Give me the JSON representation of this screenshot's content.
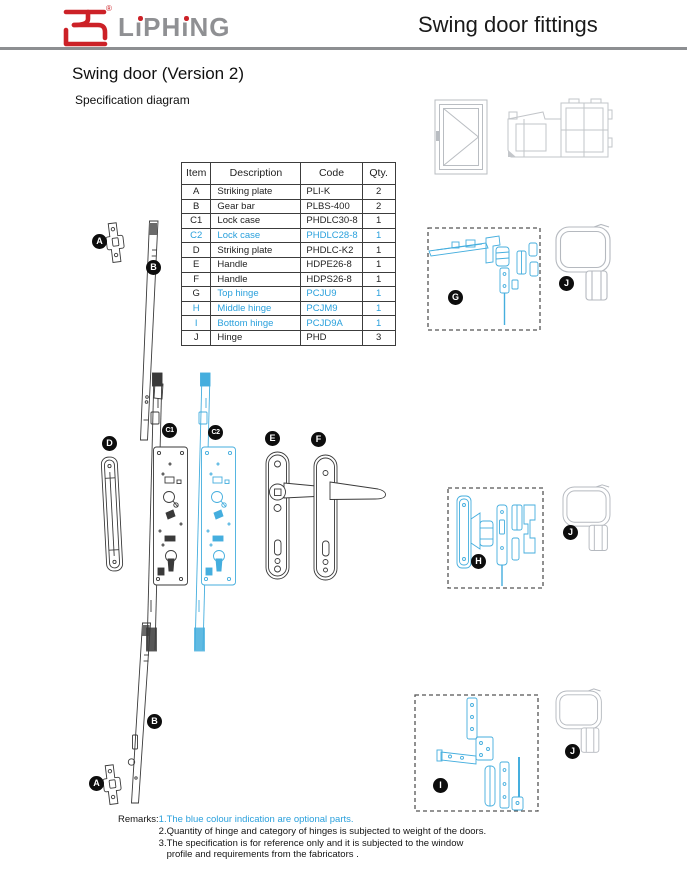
{
  "header": {
    "brand": "LiPHiNG",
    "registered": "®",
    "title": "Swing door fittings"
  },
  "page": {
    "title": "Swing door (Version 2)",
    "subtitle": "Specification diagram"
  },
  "colors": {
    "blue": "#2aa0dc",
    "drawing_blue": "#45aede",
    "logo_red": "#cc2127",
    "logo_gray": "#8f9093"
  },
  "table": {
    "headers": [
      "Item",
      "Description",
      "Code",
      "Qty."
    ],
    "rows": [
      {
        "item": "A",
        "description": "Striking plate",
        "code": "PLI-K",
        "qty": "2",
        "blue": "none"
      },
      {
        "item": "B",
        "description": "Gear bar",
        "code": "PLBS-400",
        "qty": "2",
        "blue": "none"
      },
      {
        "item": "C1",
        "description": "Lock case",
        "code": "PHDLC30-8",
        "qty": "1",
        "blue": "none"
      },
      {
        "item": "C2",
        "description": "Lock case",
        "code": "PHDLC28-8",
        "qty": "1",
        "blue": "row"
      },
      {
        "item": "D",
        "description": "Striking plate",
        "code": "PHDLC-K2",
        "qty": "1",
        "blue": "none"
      },
      {
        "item": "E",
        "description": "Handle",
        "code": "HDPE26-8",
        "qty": "1",
        "blue": "none"
      },
      {
        "item": "F",
        "description": "Handle",
        "code": "HDPS26-8",
        "qty": "1",
        "blue": "none"
      },
      {
        "item": "G",
        "description": "Top hinge",
        "code": "PCJU9",
        "qty": "1",
        "blue": "data"
      },
      {
        "item": "H",
        "description": "Middle hinge",
        "code": "PCJM9",
        "qty": "1",
        "blue": "row"
      },
      {
        "item": "I",
        "description": "Bottom hinge",
        "code": "PCJD9A",
        "qty": "1",
        "blue": "row"
      },
      {
        "item": "J",
        "description": "Hinge",
        "code": "PHD",
        "qty": "3",
        "blue": "none"
      }
    ]
  },
  "markers": {
    "a": "A",
    "b": "B",
    "c1": "C1",
    "c2": "C2",
    "d": "D",
    "e": "E",
    "f": "F",
    "g": "G",
    "h": "H",
    "i": "I",
    "j": "J"
  },
  "remarks": {
    "label": "Remarks:",
    "items": [
      {
        "text": "1.The blue colour indication are optional parts.",
        "blue": true
      },
      {
        "text": "2.Quantity of hinge and category of hinges is subjected to weight of the doors.",
        "blue": false
      },
      {
        "text": "3.The specification is for reference only and it is subjected to the window",
        "blue": false
      },
      {
        "text": "   profile and requirements from the fabricators .",
        "blue": false
      }
    ]
  }
}
